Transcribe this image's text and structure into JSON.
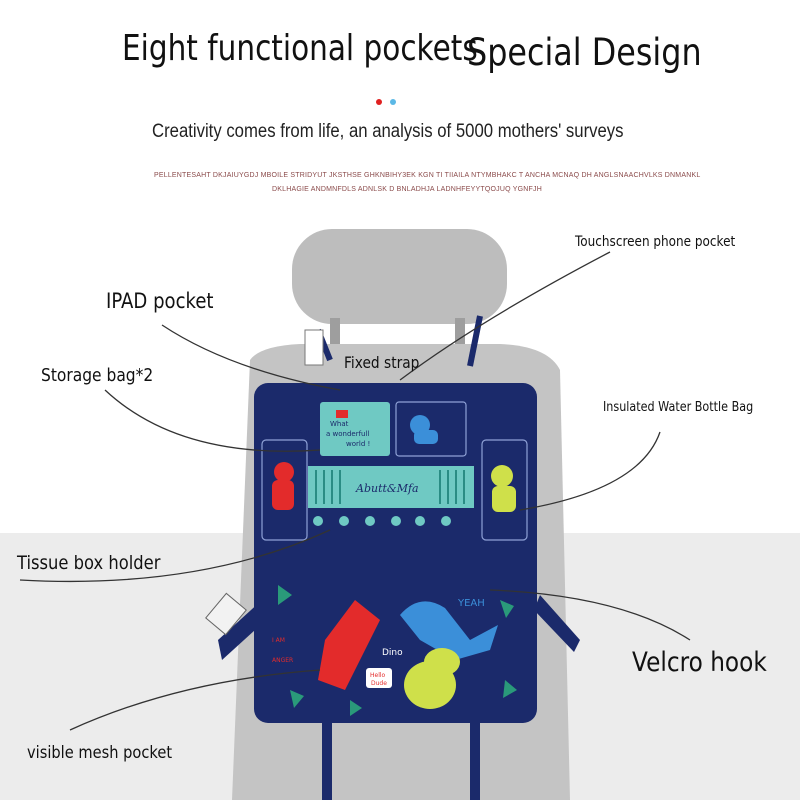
{
  "header": {
    "title_part1": "Eight functional pockets",
    "title_part2": "Special Design",
    "subtitle": "Creativity comes from life, an analysis of 5000 mothers' surveys",
    "fine_print_line1": "PELLENTESAHT DKJAIUYGDJ MBOILE STRIDYUT JKSTHSE GHKNBIHY3EK KGN TI TIIAILA NTYMBHAKC T ANCHA MCNAQ DH ANGLSNAACHVLKS DNMANKL",
    "fine_print_line2": "DKLHAGIE ANDMNFDLS ADNLSK D BNLADHJA LADNHFEYYTQOJUQ            YGNFJH",
    "dot_colors": [
      "#e02020",
      "#5bb8e6"
    ]
  },
  "labels": {
    "ipad_pocket": "IPAD pocket",
    "storage_bag": "Storage bag*2",
    "tissue_box_holder": "Tissue box holder",
    "mesh_pocket": "visible mesh pocket",
    "phone_pocket": "Touchscreen phone pocket",
    "fixed_strap": "Fixed strap",
    "water_bottle_bag": "Insulated Water Bottle Bag",
    "velcro_hook": "Velcro hook"
  },
  "product": {
    "pocket_text_1": "What",
    "pocket_text_2": "a wonderfull",
    "pocket_text_3": "world !",
    "brand": "Abutt&Mfa",
    "print_text_1": "YEAH",
    "print_text_2": "Dino",
    "print_text_3": "I AM",
    "print_text_4": "ANGER",
    "print_text_5": "Hello",
    "print_text_6": "Dude",
    "colors": {
      "navy": "#1b2a6b",
      "teal": "#6fc9c3",
      "seat_gray": "#bdbdbd",
      "red_dino": "#e32b2b",
      "blue_dino": "#3b8fd9",
      "green_dino": "#cfe04a"
    }
  }
}
